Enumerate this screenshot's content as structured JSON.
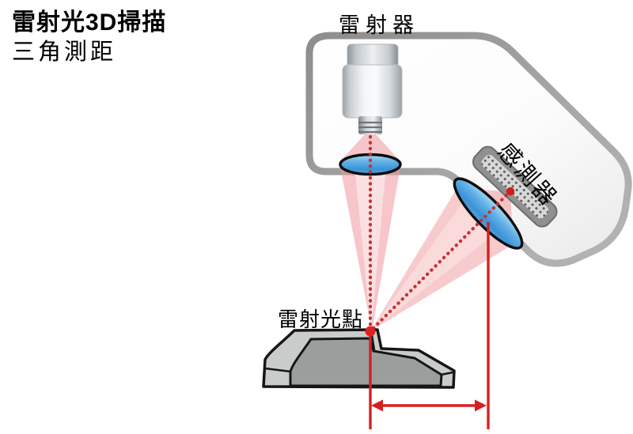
{
  "title": {
    "line1": "雷射光3D掃描",
    "line2": "三角測距"
  },
  "labels": {
    "laser_source": "雷射器",
    "sensor": "感測器",
    "laser_spot": "雷射光點"
  },
  "colors": {
    "background": "#ffffff",
    "text": "#000000",
    "laser_red": "#d81f1f",
    "dotted_red": "#c43333",
    "beam_pink": "#f2a6aa",
    "beam_core": "#fce4e5",
    "lens_blue": "#4a9fdc",
    "housing_border_gray": "#9b9b9b",
    "sensor_gray": "#8f8f8f",
    "workpiece_dark_gray": "#9a9e9d",
    "workpiece_light_gray": "#c9cccb"
  }
}
